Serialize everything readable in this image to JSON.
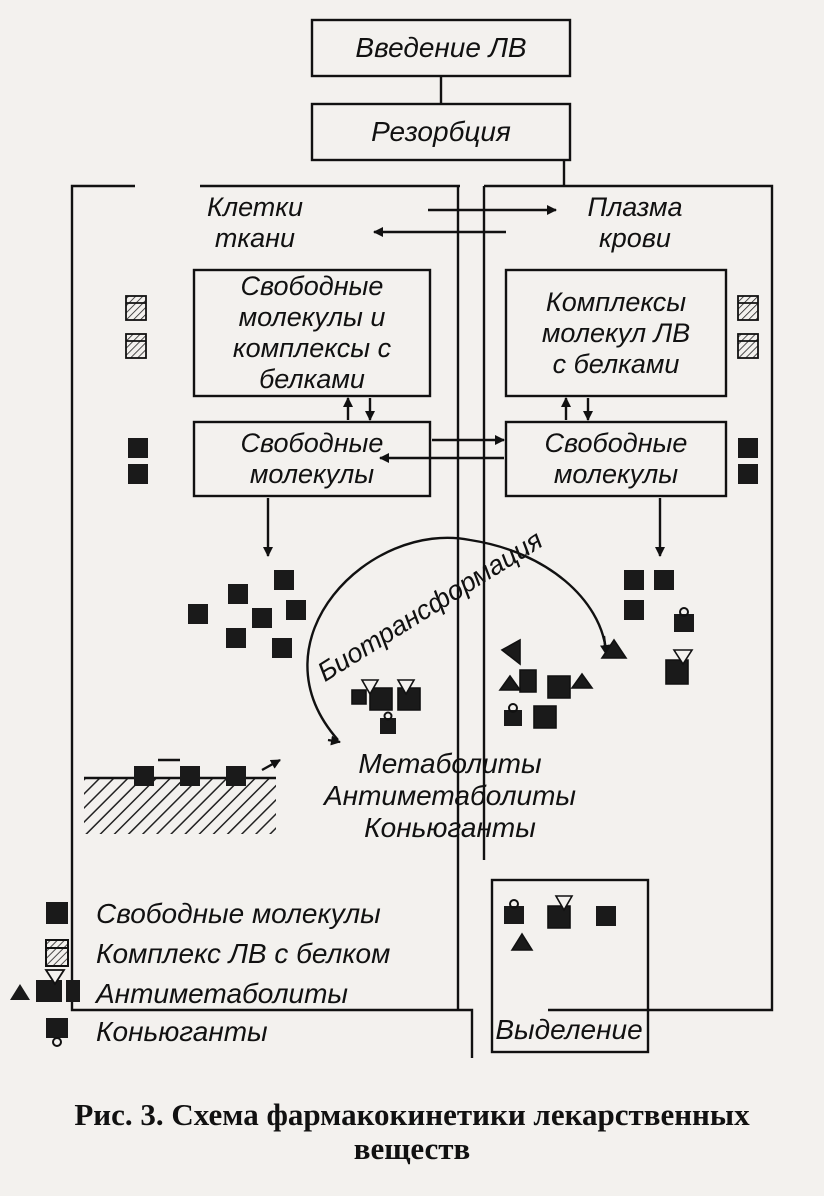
{
  "diagram": {
    "top_box_1": "Введение ЛВ",
    "top_box_2": "Резорбция",
    "tissue_cells": "Клетки\nткани",
    "blood_plasma": "Плазма\nкрови",
    "box_free_and_complexes": "Свободные\nмолекулы и\nкомплексы с\nбелками",
    "box_complexes_plasma": "Комплексы\nмолекул ЛВ\nс белками",
    "box_free_left": "Свободные\nмолекулы",
    "box_free_right": "Свободные\nмолекулы",
    "biotransformation": "Биотрансформация",
    "products": [
      "Метаболиты",
      "Антиметаболиты",
      "Коньюганты"
    ],
    "excretion": "Выделение"
  },
  "legend": [
    {
      "icon": "square-icon",
      "label": "Свободные молекулы"
    },
    {
      "icon": "complex-icon",
      "label": "Комплекс ЛВ с белком"
    },
    {
      "icon": "antimetabolite-icon",
      "label": "Антиметаболиты"
    },
    {
      "icon": "conjugate-icon",
      "label": "Коньюганты"
    }
  ],
  "caption": {
    "line1": "Рис. 3. Схема фармакокинетики лекарственных",
    "line2": "веществ"
  },
  "colors": {
    "ink": "#111111",
    "paper": "#f3f1ee",
    "hatch": "#333333"
  }
}
